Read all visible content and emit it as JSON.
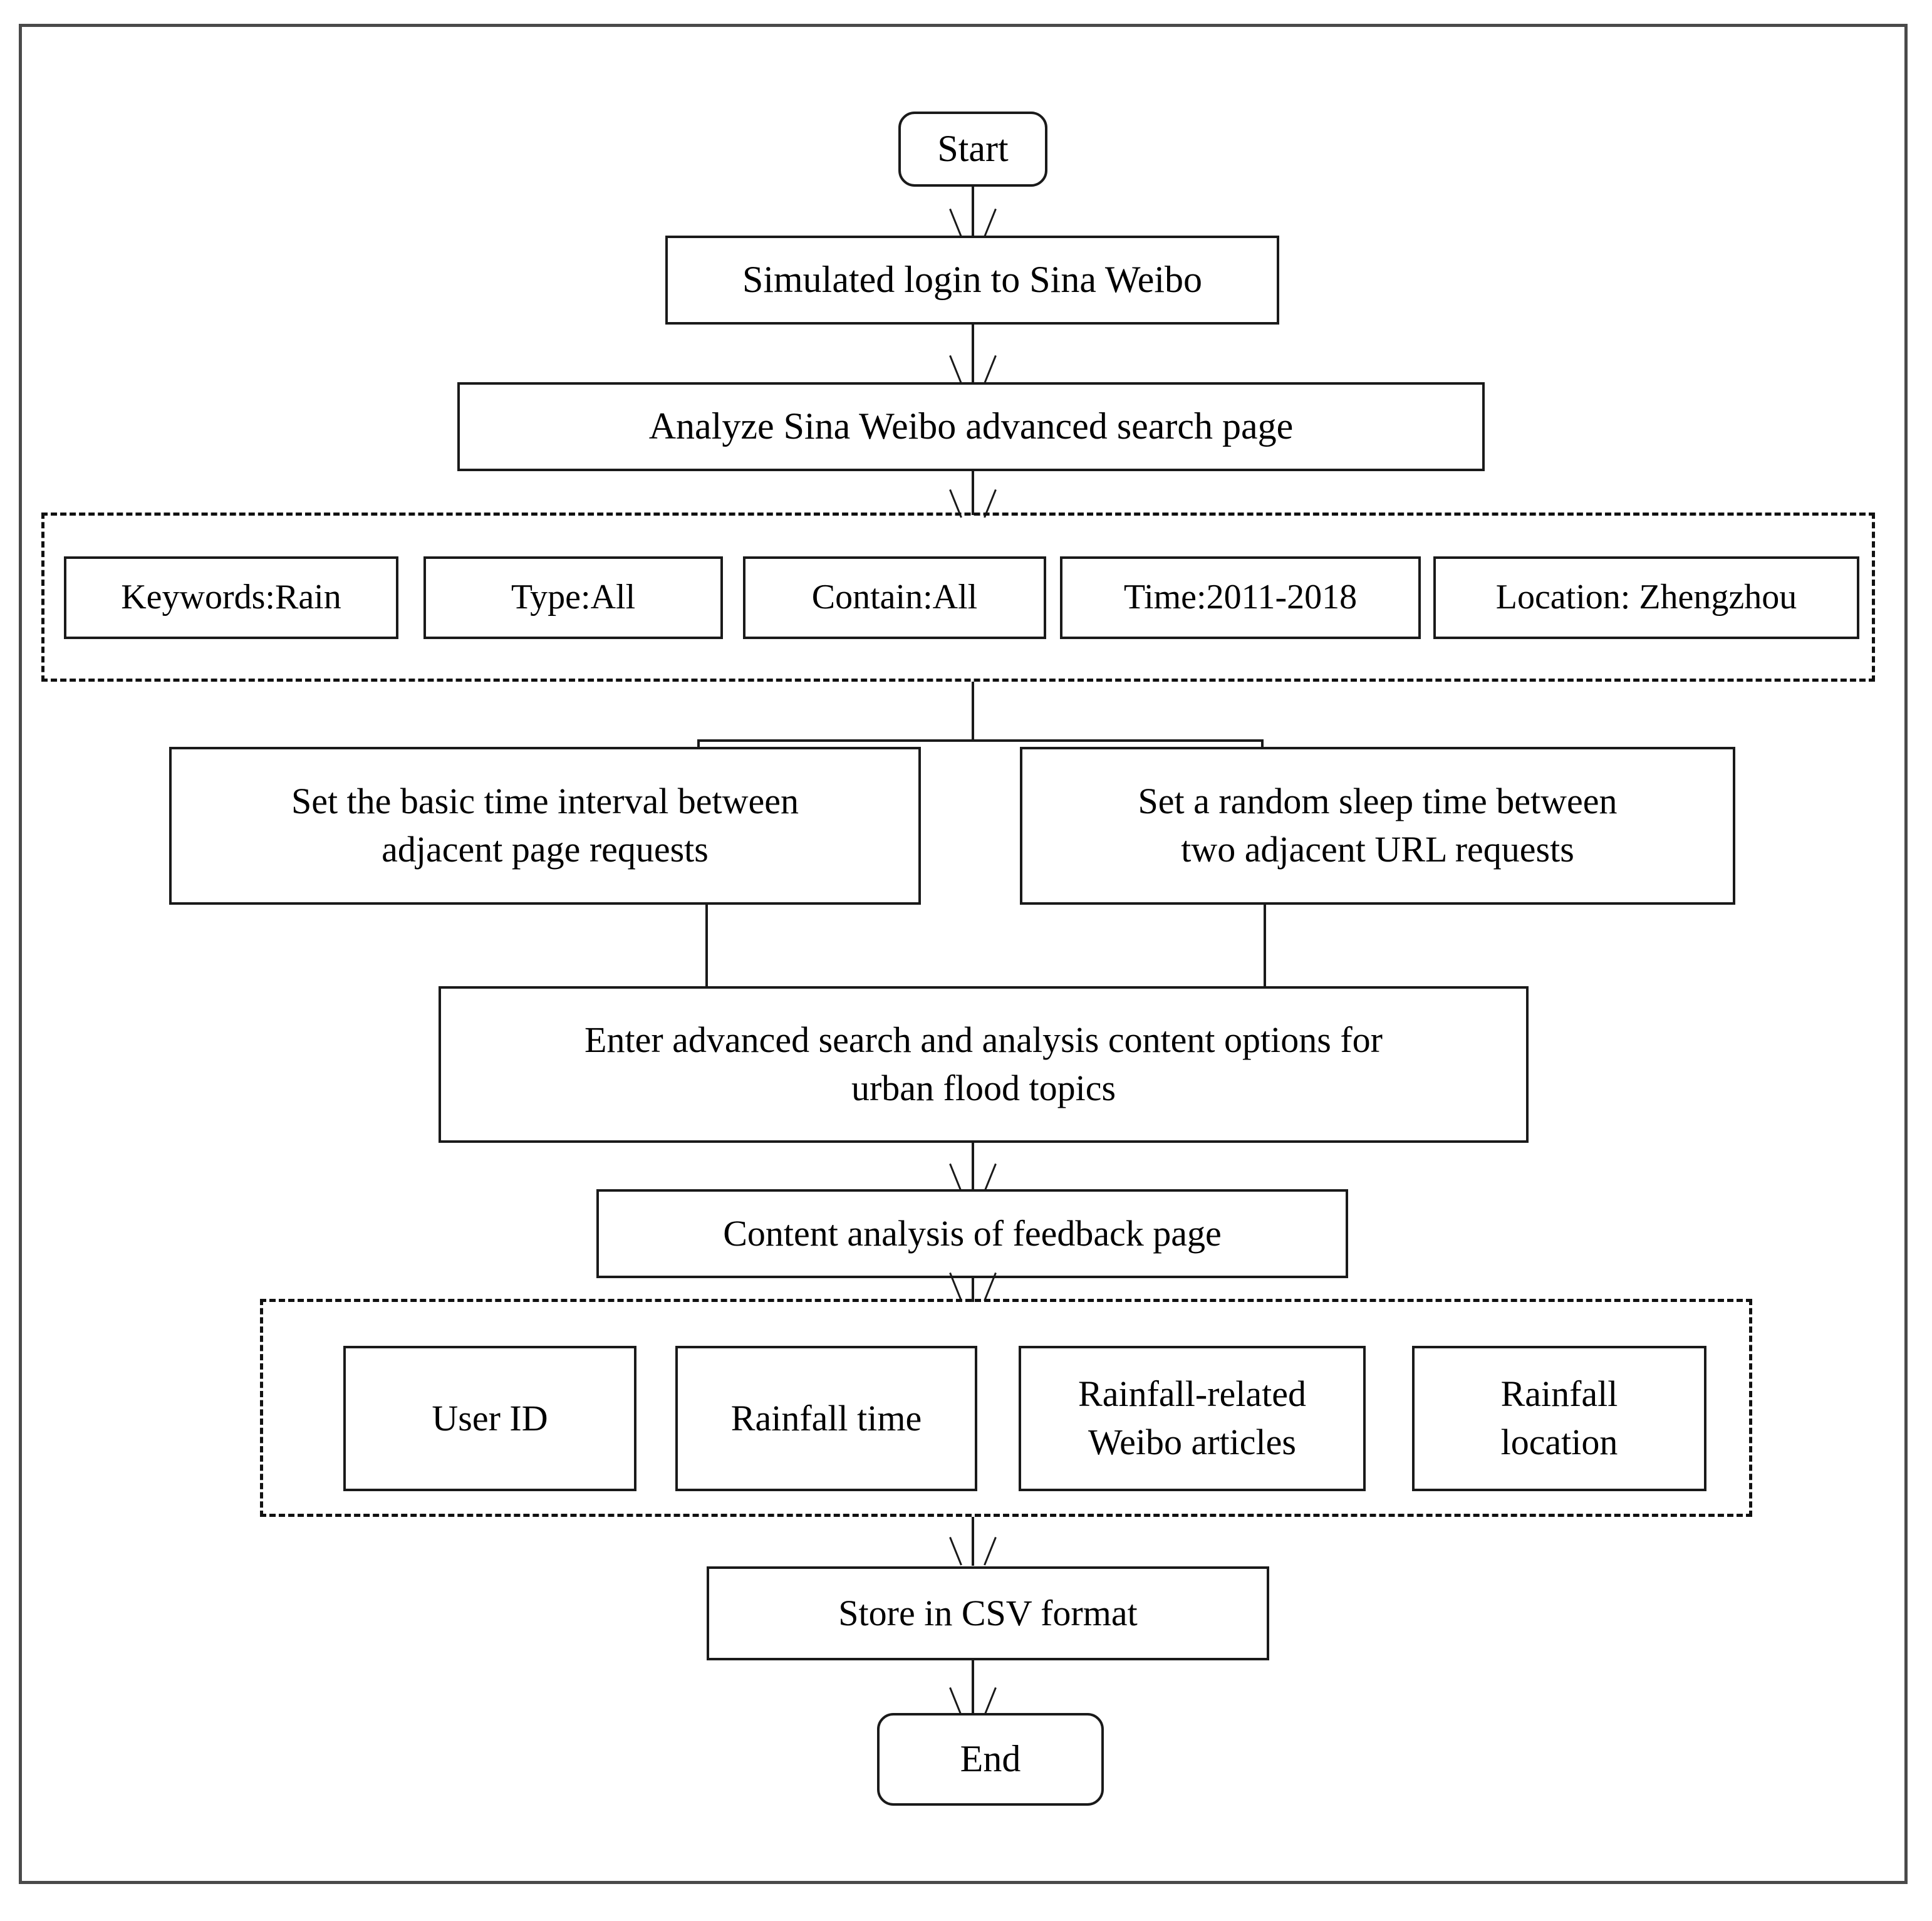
{
  "diagram": {
    "type": "flowchart",
    "orientation": "top-to-bottom",
    "nodes": {
      "start": {
        "label": "Start",
        "shape": "terminator"
      },
      "login": {
        "label": "Simulated login to Sina Weibo",
        "shape": "process"
      },
      "analyze": {
        "label": "Analyze Sina Weibo advanced search page",
        "shape": "process"
      },
      "interval": {
        "line1": "Set the basic time interval between",
        "line2": "adjacent page requests",
        "shape": "process"
      },
      "sleep": {
        "line1": "Set a random sleep time between",
        "line2": "two adjacent URL requests",
        "shape": "process"
      },
      "enter_search": {
        "line1": "Enter advanced search and analysis content options for",
        "line2": "urban flood topics",
        "shape": "process"
      },
      "feedback": {
        "label": "Content analysis of feedback page",
        "shape": "process"
      },
      "store": {
        "label": "Store in CSV format",
        "shape": "process"
      },
      "end": {
        "label": "End",
        "shape": "terminator"
      }
    },
    "search_parameters_group": {
      "style": "dashed",
      "items": [
        {
          "label": "Keywords:Rain"
        },
        {
          "label": "Type:All"
        },
        {
          "label": "Contain:All"
        },
        {
          "label": "Time:2011-2018"
        },
        {
          "label": "Location: Zhengzhou"
        }
      ]
    },
    "extracted_fields_group": {
      "style": "dashed",
      "items": [
        {
          "line1": "User ID",
          "line2": ""
        },
        {
          "line1": "Rainfall time",
          "line2": ""
        },
        {
          "line1": "Rainfall-related",
          "line2": "Weibo articles"
        },
        {
          "line1": "Rainfall",
          "line2": "location"
        }
      ]
    },
    "colors": {
      "stroke": "#1a1a1a",
      "frame": "#4a4a4a",
      "background": "#ffffff",
      "text": "#000000"
    }
  }
}
